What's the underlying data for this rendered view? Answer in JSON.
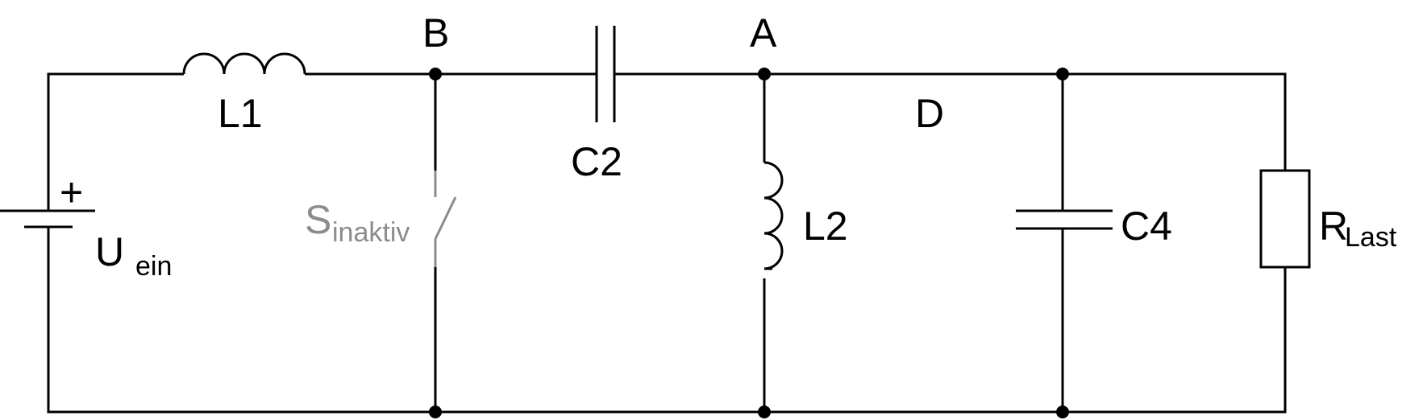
{
  "nodes": {
    "A": "A",
    "B": "B",
    "D": "D"
  },
  "components": {
    "source": {
      "symbol": "U",
      "subscript": "ein",
      "polarity": "+"
    },
    "L1": "L1",
    "C2": "C2",
    "L2": "L2",
    "C4": "C4",
    "switch": {
      "symbol": "S",
      "subscript": "inaktiv",
      "state": "open"
    },
    "load": {
      "symbol": "R",
      "subscript": "Last"
    }
  },
  "colors": {
    "wire": "#000000",
    "switch": "#8c8c8c",
    "background": "#ffffff"
  }
}
